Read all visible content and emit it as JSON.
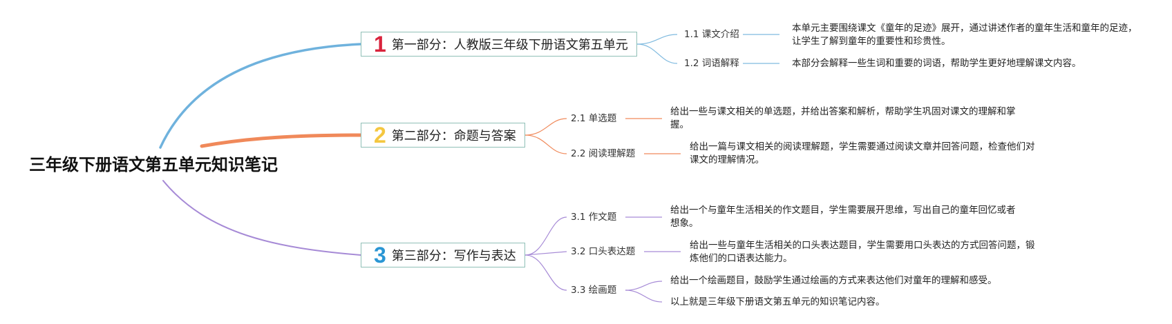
{
  "root": {
    "title": "三年级下册语文第五单元知识笔记"
  },
  "sections": [
    {
      "number": "1",
      "title": "第一部分：人教版三年级下册语文第五单元",
      "color": "#6fb2dd",
      "number_color": "#d9233c",
      "subs": [
        {
          "label": "1.1 课文介绍",
          "notes": [
            "本单元主要围绕课文《童年的足迹》展开，通过讲述作者的童年生活和童年的足迹，让学生了解到童年的重要性和珍贵性。"
          ]
        },
        {
          "label": "1.2 词语解释",
          "notes": [
            "本部分会解释一些生词和重要的词语，帮助学生更好地理解课文内容。"
          ]
        }
      ]
    },
    {
      "number": "2",
      "title": "第二部分：命题与答案",
      "color": "#f0895a",
      "number_color": "#f4c740",
      "subs": [
        {
          "label": "2.1 单选题",
          "notes": [
            "给出一些与课文相关的单选题，并给出答案和解析，帮助学生巩固对课文的理解和掌握。"
          ]
        },
        {
          "label": "2.2 阅读理解题",
          "notes": [
            "给出一篇与课文相关的阅读理解题，学生需要通过阅读文章并回答问题，检查他们对课文的理解情况。"
          ]
        }
      ]
    },
    {
      "number": "3",
      "title": "第三部分：写作与表达",
      "color": "#a68ad6",
      "number_color": "#2a96d4",
      "subs": [
        {
          "label": "3.1 作文题",
          "notes": [
            "给出一个与童年生活相关的作文题目，学生需要展开思维，写出自己的童年回忆或者想象。"
          ]
        },
        {
          "label": "3.2 口头表达题",
          "notes": [
            "给出一些与童年生活相关的口头表达题目，学生需要用口头表达的方式回答问题，锻炼他们的口语表达能力。"
          ]
        },
        {
          "label": "3.3 绘画题",
          "notes": [
            "给出一个绘画题目，鼓励学生通过绘画的方式来表达他们对童年的理解和感受。",
            "以上就是三年级下册语文第五单元的知识笔记内容。"
          ]
        }
      ]
    }
  ]
}
